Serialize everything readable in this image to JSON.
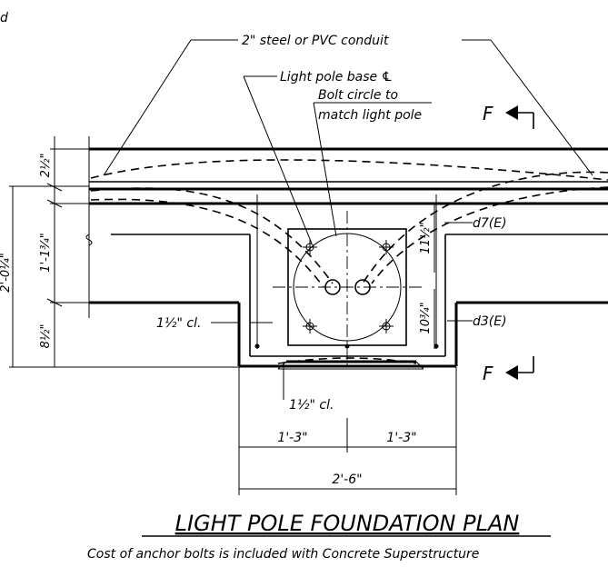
{
  "title": "LIGHT POLE FOUNDATION PLAN",
  "note": "Cost of anchor bolts is included with Concrete Superstructure",
  "corner_fragment": "d",
  "callouts": {
    "conduit": "2\" steel or PVC conduit",
    "pole_base": "Light pole base ℄",
    "bolt_circle_1": "Bolt circle to",
    "bolt_circle_2": "match light pole",
    "bar_d7": "d7(E)",
    "bar_d3": "d3(E)",
    "clear_left": "1½\" cl.",
    "clear_bottom": "1½\" cl."
  },
  "section_markers": {
    "top": "F",
    "bottom": "F"
  },
  "dimensions": {
    "d_2_half": "2½\"",
    "d_1_13_4": "1'-1¾\"",
    "d_8_half": "8½\"",
    "d_2_0_4": "2'-0¼\"",
    "d_11_half": "11½\"",
    "d_10_3_4": "10¾\"",
    "d_1_3_left": "1'-3\"",
    "d_1_3_right": "1'-3\"",
    "d_2_6": "2'-6\""
  }
}
